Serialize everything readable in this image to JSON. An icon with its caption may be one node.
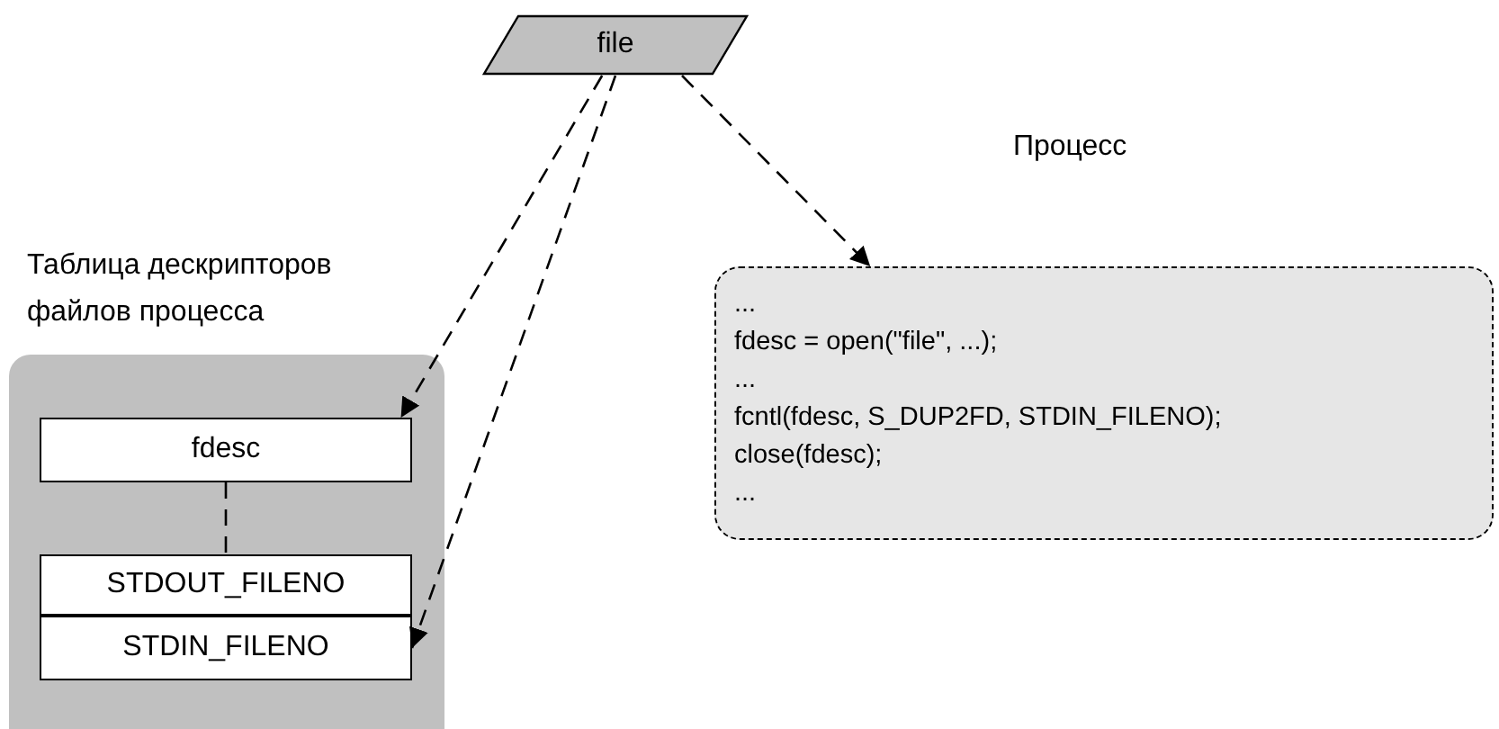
{
  "diagram": {
    "nodes": [
      {
        "text": [
          "file"
        ]
      },
      {
        "text": [
          "Таблица дескрипторов файлов процесса"
        ]
      },
      {
        "text": [
          "fdesc"
        ],
        "in": 1
      },
      {
        "text": [
          "STDOUT_FILENO"
        ],
        "in": 1
      },
      {
        "text": [
          "STDIN_FILENO"
        ],
        "in": 1
      },
      {
        "text": [
          "Процесс",
          "...",
          "fdesc = open(\"file\", ...);",
          "...",
          "fcntl(fdesc, S_DUP2FD, STDIN_FILENO);",
          "close(fdesc);",
          "..."
        ]
      }
    ],
    "edges": [
      {
        "from": 0,
        "to": 2,
        "arrow": "to",
        "style": "dashed"
      },
      {
        "from": 0,
        "to": 4,
        "arrow": "to",
        "style": "dashed"
      },
      {
        "from": 0,
        "to": 5,
        "arrow": "to",
        "style": "dashed"
      },
      {
        "from": 2,
        "to": 3,
        "arrow": "none",
        "style": "dashed"
      }
    ]
  }
}
